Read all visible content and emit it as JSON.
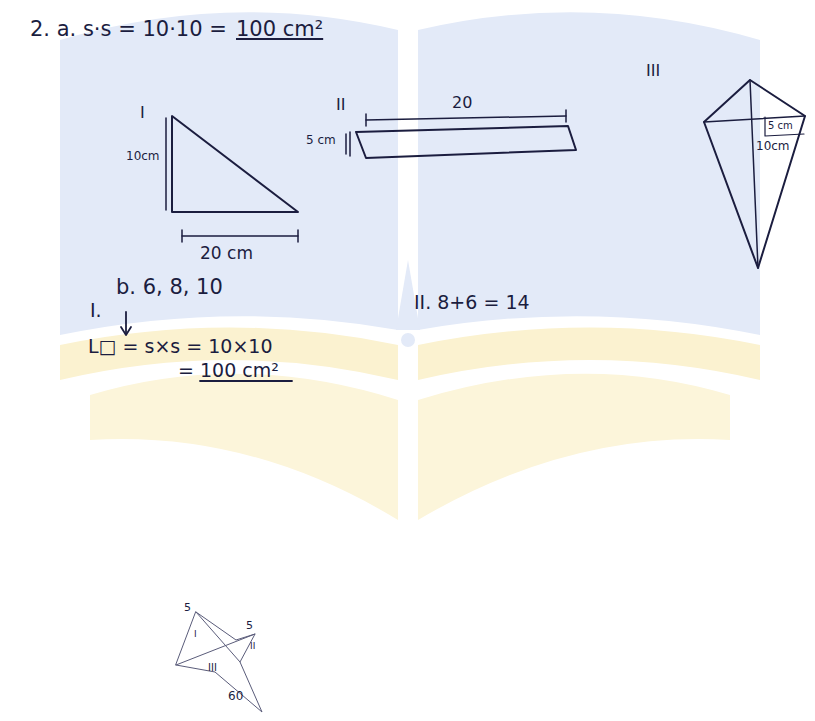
{
  "diagram": {
    "labels": [
      "2. a. s·s = 10·10 =",
      "100 cm²",
      "I",
      "10cm",
      "20 cm",
      "II",
      "20",
      "5 cm",
      "III",
      "5 cm",
      "10cm",
      "b. 6, 8, 10",
      "I.",
      "L□ = s×s = 10×10",
      "= 100 cm²",
      "II. 8+6 = 14",
      "5",
      "5",
      "I",
      "II",
      "III",
      "60"
    ]
  }
}
